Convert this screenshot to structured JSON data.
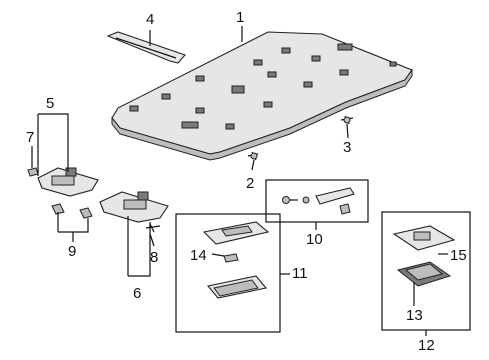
{
  "callouts": {
    "n1": "1",
    "n2": "2",
    "n3": "3",
    "n4": "4",
    "n5": "5",
    "n6": "6",
    "n7": "7",
    "n8": "8",
    "n9": "9",
    "n10": "10",
    "n11": "11",
    "n12": "12",
    "n13": "13",
    "n14": "14",
    "n15": "15"
  }
}
